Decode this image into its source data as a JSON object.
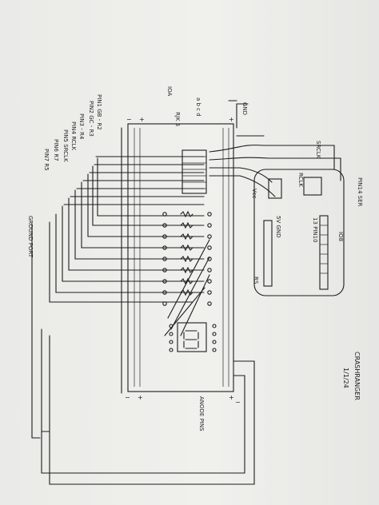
{
  "pin_labels": [
    "PIN1 GB - R2",
    "PIN2 GC - R3",
    "PIN3 - R4",
    "PIN4 RCLK",
    "PIN5 SRCLK",
    "PIN6 R7",
    "PIN7 R5"
  ],
  "ground_label": "GROUND PORT",
  "top_labels": {
    "gnd": "GND",
    "ioa": "IOA",
    "letters": "a b c d",
    "signature_top": "RJK 5"
  },
  "right_labels": {
    "srclk": "SRCLK",
    "rclk": "RCLK",
    "pin14_ser": "PIN14 SER",
    "vcc": "Vcc",
    "sv_gnd": "5V GND",
    "pin_range": "13 PIN10",
    "io8": "IO8",
    "rs": "RS"
  },
  "bottom_label": "ANODE PINS",
  "author": {
    "name": "CRASHRANGER",
    "date": "1/1/24"
  }
}
